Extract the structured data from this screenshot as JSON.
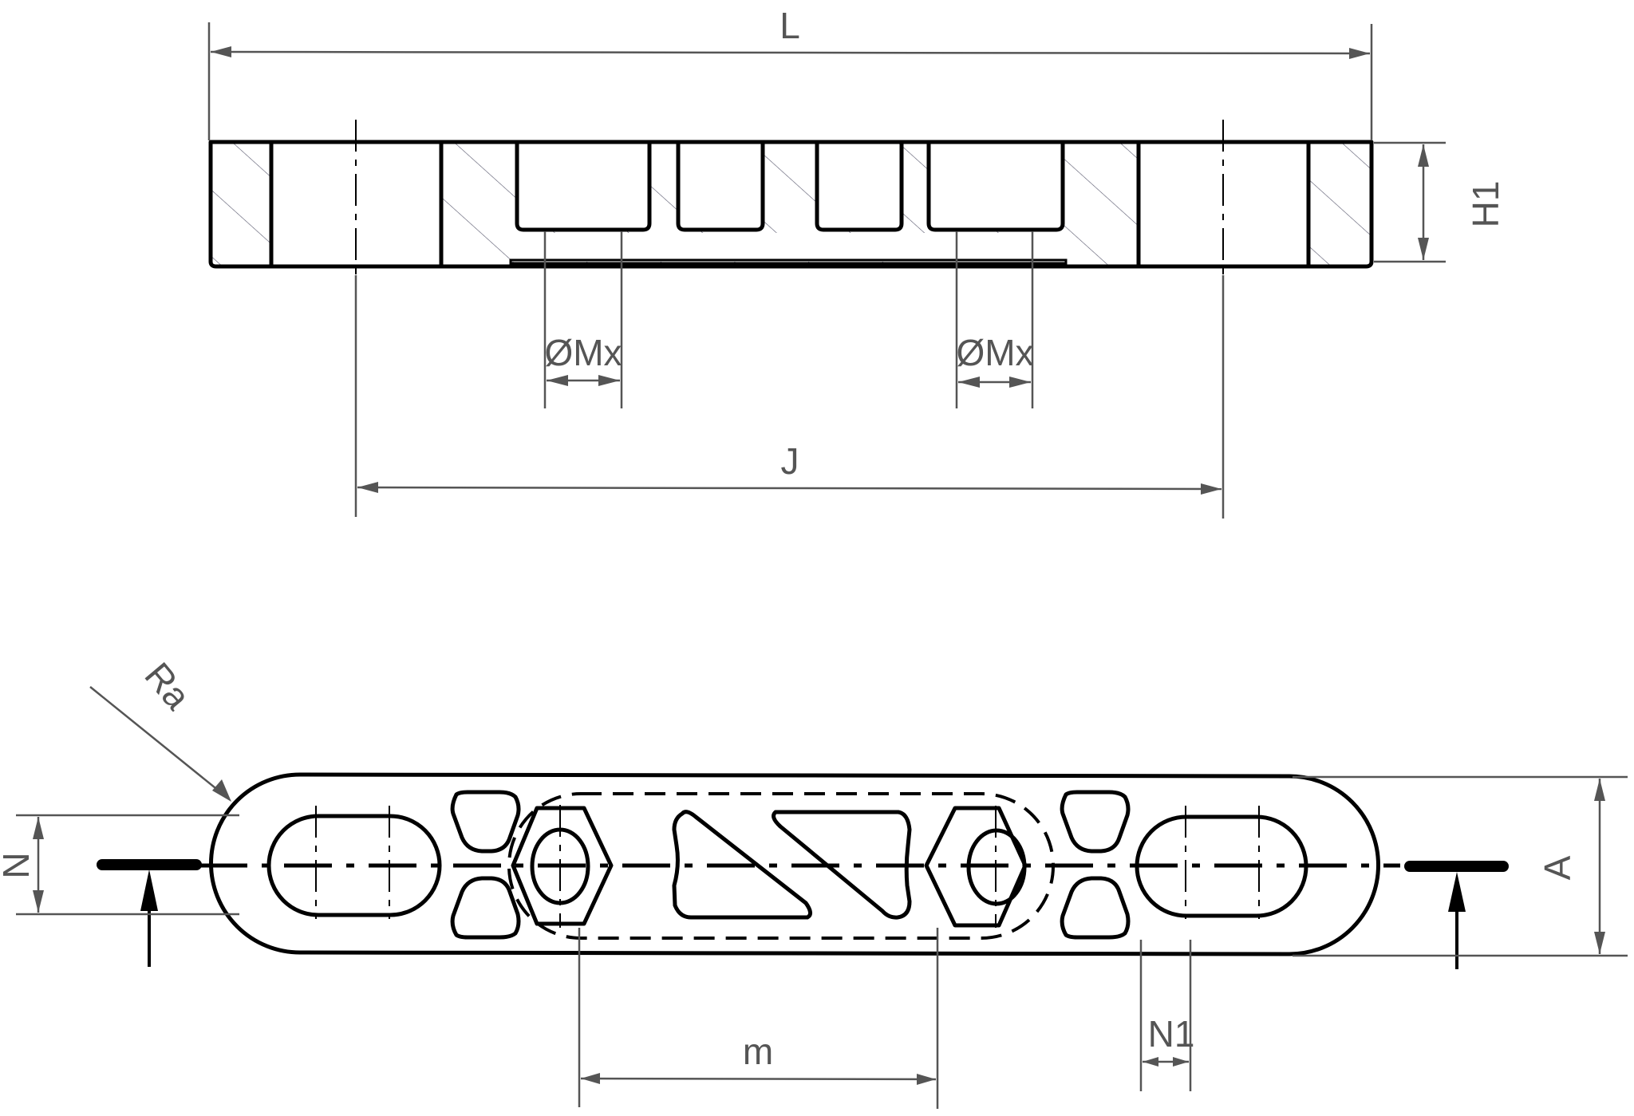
{
  "drawing": {
    "title": "",
    "views": [
      {
        "name": "section-view",
        "description": "longitudinal cross-section"
      },
      {
        "name": "plan-view",
        "description": "top view with section markers"
      }
    ],
    "dimensions": {
      "overall_length": "L",
      "height": "H1",
      "thread_left": "ØMx",
      "thread_right": "ØMx",
      "hole_spacing": "J",
      "end_radius": "Ra",
      "slot_width": "N",
      "overall_width": "A",
      "slot_length": "N1",
      "thread_spacing": "m"
    },
    "colors": {
      "outline": "#000000",
      "dimension": "#555555",
      "hatch": "#55556a",
      "background": "#ffffff"
    }
  }
}
